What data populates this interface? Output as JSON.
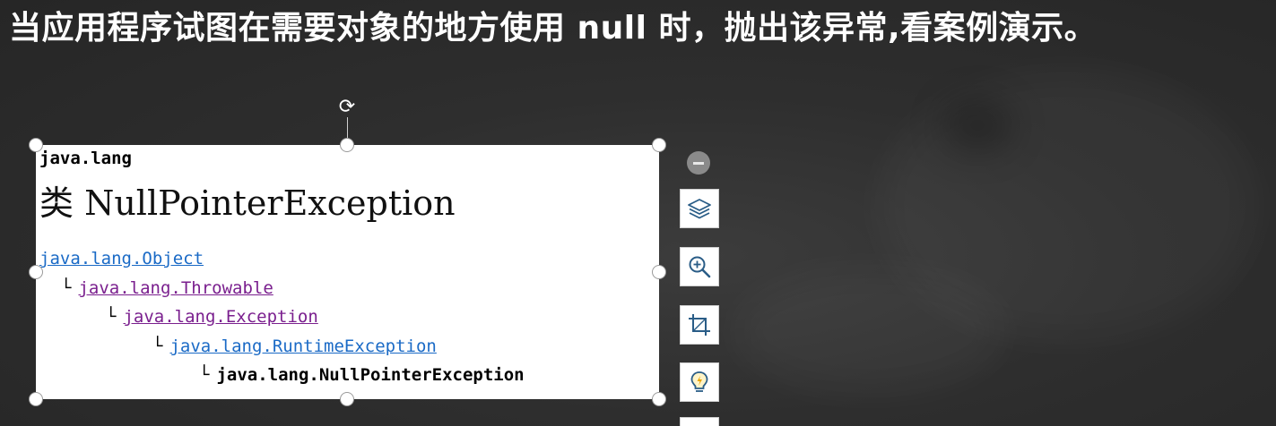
{
  "headline": "当应用程序试图在需要对象的地方使用 null 时，抛出该异常,看案例演示。",
  "image": {
    "package": "java.lang",
    "class_title": "类 NullPointerException",
    "hierarchy": [
      {
        "text": "java.lang.Object",
        "style": "link-blue",
        "connector": ""
      },
      {
        "text": "java.lang.Throwable",
        "style": "link-purple",
        "connector": "└"
      },
      {
        "text": "java.lang.Exception",
        "style": "link-purple",
        "connector": "└"
      },
      {
        "text": "java.lang.RuntimeException",
        "style": "link-blue",
        "connector": "└"
      },
      {
        "text": "java.lang.NullPointerException",
        "style": "current",
        "connector": "└"
      }
    ]
  },
  "toolbar": {
    "icons": [
      "minus-icon",
      "layers-icon",
      "zoom-in-icon",
      "crop-icon",
      "lightbulb-icon"
    ]
  },
  "colors": {
    "background": "#2e2e2e",
    "link_blue": "#1a6ac6",
    "link_purple": "#7a1f8e"
  }
}
